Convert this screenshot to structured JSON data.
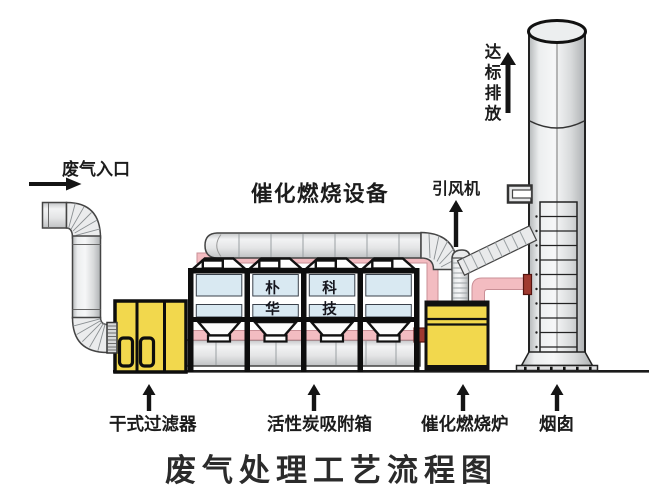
{
  "diagram": {
    "title": "废气处理工艺流程图",
    "annotations": {
      "inlet": "废气入口",
      "equipment_title": "催化燃烧设备",
      "fan": "引风机",
      "emission": "达标排放"
    },
    "components": {
      "dry_filter": "干式过滤器",
      "adsorption_box": "活性炭吸附箱",
      "furnace": "催化燃烧炉",
      "chimney": "烟囱"
    },
    "brand": {
      "part1": "朴 华",
      "part2": "科 技"
    },
    "colors": {
      "equipment_yellow": "#f2d84d",
      "panel_blue": "#d9e9f2",
      "pipe_pink": "#f3bcc1",
      "pipe_pink_edge": "#c98f96",
      "connector_red": "#a03a30",
      "ink_black": "#141414"
    }
  }
}
